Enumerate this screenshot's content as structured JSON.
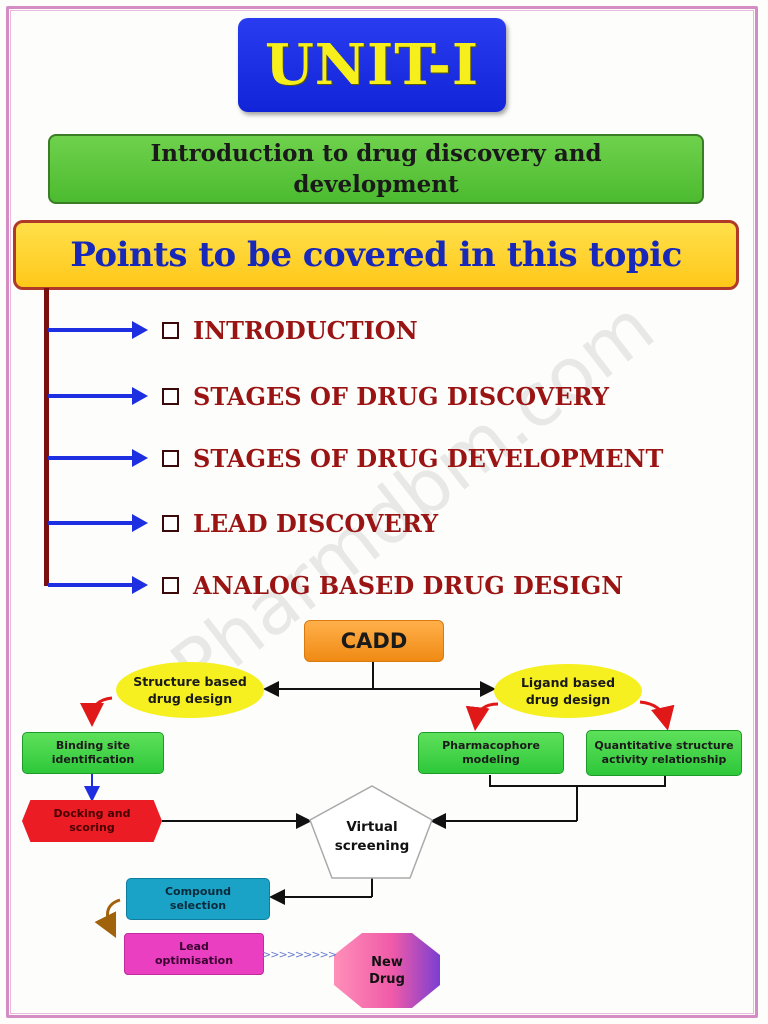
{
  "header": {
    "unit": "UNIT-I",
    "subtitle": "Introduction to drug discovery and development",
    "points_title": "Points to be covered in this topic"
  },
  "topics": [
    "INTRODUCTION",
    "STAGES OF DRUG DISCOVERY",
    "STAGES OF DRUG DEVELOPMENT",
    "LEAD DISCOVERY",
    "ANALOG BASED DRUG DESIGN"
  ],
  "watermark": "Pharmdbm.com",
  "flowchart": {
    "root": "CADD",
    "structure_based": "Structure based drug design",
    "ligand_based": "Ligand based drug design",
    "binding_site": "Binding site identification",
    "pharmacophore": "Pharmacophore modeling",
    "qsar": "Quantitative structure activity relationship",
    "docking": "Docking and scoring",
    "virtual_screening": "Virtual screening",
    "compound_selection": "Compound selection",
    "lead_optimisation": "Lead optimisation",
    "new_drug": "New Drug",
    "chevrons": ">>>>>>>>>"
  },
  "colors": {
    "unit_bg": "#1f33e6",
    "unit_text": "#f7ef1c",
    "subtitle_bg": "#5ccb3f",
    "points_bg": "#ffd22e",
    "points_text": "#1828b8",
    "topic_text": "#9a1414",
    "arrow": "#1d2fe0"
  }
}
